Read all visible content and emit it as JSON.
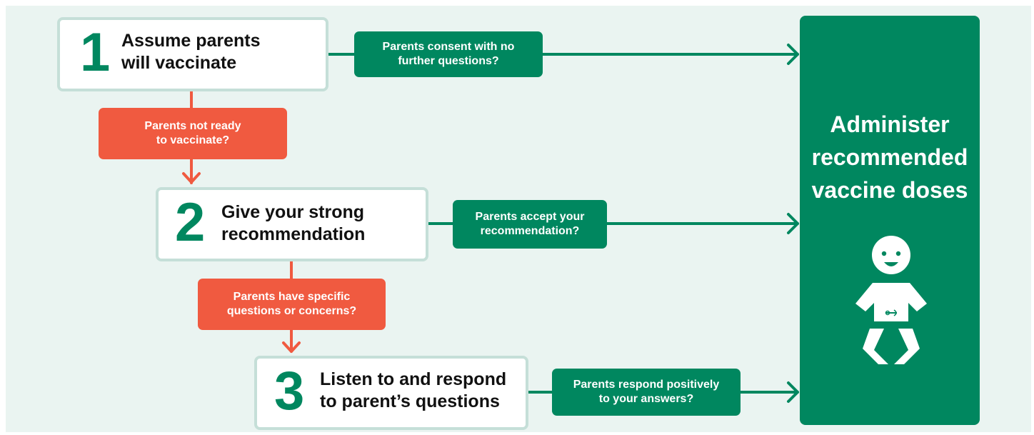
{
  "steps": [
    {
      "number": "1",
      "text": "Assume parents\nwill vaccinate"
    },
    {
      "number": "2",
      "text": "Give your strong\nrecommendation"
    },
    {
      "number": "3",
      "text": "Listen to and respond\nto parent’s questions"
    }
  ],
  "yes_labels": [
    "Parents consent with no\nfurther questions?",
    "Parents accept your\nrecommendation?",
    "Parents respond positively\nto your answers?"
  ],
  "no_labels": [
    "Parents not ready\nto vaccinate?",
    "Parents have specific\nquestions or concerns?"
  ],
  "outcome": {
    "text": "Administer\nrecommended\nvaccine doses",
    "icon": "baby-icon"
  },
  "colors": {
    "green": "#00875f",
    "orange": "#f05a40",
    "background": "#eaf4f1",
    "step_border": "#c5dfd8"
  }
}
